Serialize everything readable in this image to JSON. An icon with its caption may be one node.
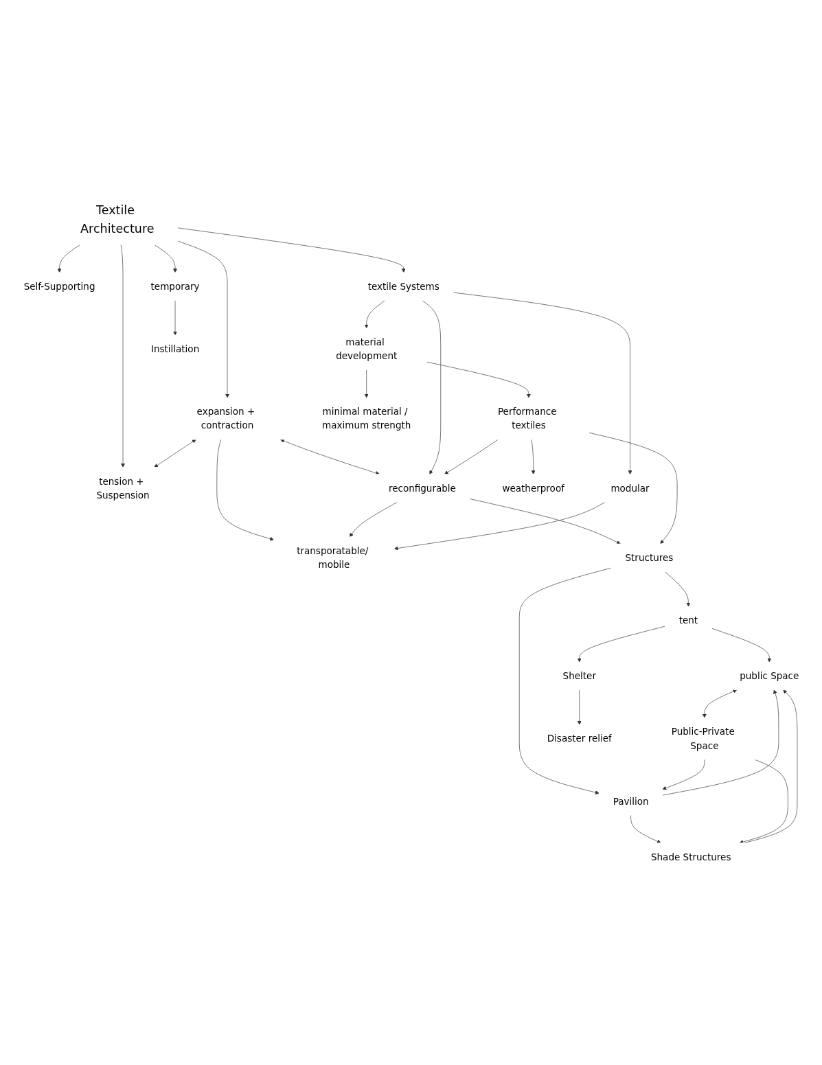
{
  "diagram": {
    "nodes": [
      {
        "text": [
          "Textile Architecture"
        ]
      },
      {
        "text": [
          "tension + Suspension"
        ]
      },
      {
        "text": [
          "expansion + contraction"
        ]
      },
      {
        "text": [
          "Self-Supporting"
        ]
      },
      {
        "text": [
          "transporatable/ mobile"
        ]
      },
      {
        "text": [
          "textile Systems"
        ]
      },
      {
        "text": [
          "reconfigurable"
        ]
      },
      {
        "text": [
          "modular"
        ]
      },
      {
        "text": [
          "material development"
        ]
      },
      {
        "text": [
          "temporary"
        ]
      },
      {
        "text": [
          "Structures"
        ]
      },
      {
        "text": [
          "Performance textiles"
        ]
      },
      {
        "text": [
          "minimal material / maximum strength"
        ]
      },
      {
        "text": [
          "weatherproof"
        ]
      },
      {
        "text": [
          "Shade Structures"
        ]
      },
      {
        "text": [
          "tent"
        ]
      },
      {
        "text": [
          "Pavilion"
        ]
      },
      {
        "text": [
          "Instillation"
        ]
      },
      {
        "text": [
          "Shelter"
        ]
      },
      {
        "text": [
          "public Space"
        ]
      },
      {
        "text": [
          "Public-Private Space"
        ]
      },
      {
        "text": [
          "Disaster relief"
        ]
      }
    ],
    "edges": [
      {
        "from": 0,
        "to": 1,
        "arrow": "to"
      },
      {
        "from": 0,
        "to": 2,
        "arrow": "to"
      },
      {
        "from": 0,
        "to": 5,
        "arrow": "to"
      },
      {
        "from": 0,
        "to": 3,
        "arrow": "to"
      },
      {
        "from": 0,
        "to": 9,
        "arrow": "to"
      },
      {
        "from": 2,
        "to": 1,
        "arrow": "both"
      },
      {
        "from": 2,
        "to": 6,
        "arrow": "both"
      },
      {
        "from": 2,
        "to": 4,
        "arrow": "to"
      },
      {
        "from": 5,
        "to": 6,
        "arrow": "to"
      },
      {
        "from": 5,
        "to": 7,
        "arrow": "to"
      },
      {
        "from": 5,
        "to": 8,
        "arrow": "to"
      },
      {
        "from": 6,
        "to": 4,
        "arrow": "to"
      },
      {
        "from": 7,
        "to": 4,
        "arrow": "to"
      },
      {
        "from": 6,
        "to": 10,
        "arrow": "to"
      },
      {
        "from": 11,
        "to": 6,
        "arrow": "to"
      },
      {
        "from": 8,
        "to": 11,
        "arrow": "to"
      },
      {
        "from": 8,
        "to": 12,
        "arrow": "to"
      },
      {
        "from": 11,
        "to": 10,
        "arrow": "to"
      },
      {
        "from": 11,
        "to": 13,
        "arrow": "to"
      },
      {
        "from": 9,
        "to": 17,
        "arrow": "to"
      },
      {
        "from": 10,
        "to": 15,
        "arrow": "to"
      },
      {
        "from": 10,
        "to": 16,
        "arrow": "to"
      },
      {
        "from": 16,
        "to": 14,
        "arrow": "to"
      },
      {
        "from": 16,
        "to": 19,
        "arrow": "to"
      },
      {
        "from": 15,
        "to": 19,
        "arrow": "to"
      },
      {
        "from": 15,
        "to": 18,
        "arrow": "to"
      },
      {
        "from": 18,
        "to": 21,
        "arrow": "to"
      },
      {
        "from": 14,
        "to": 19,
        "arrow": "to"
      },
      {
        "from": 19,
        "to": 20,
        "arrow": "both"
      },
      {
        "from": 20,
        "to": 14,
        "arrow": "to"
      },
      {
        "from": 20,
        "to": 16,
        "arrow": "to"
      }
    ]
  }
}
